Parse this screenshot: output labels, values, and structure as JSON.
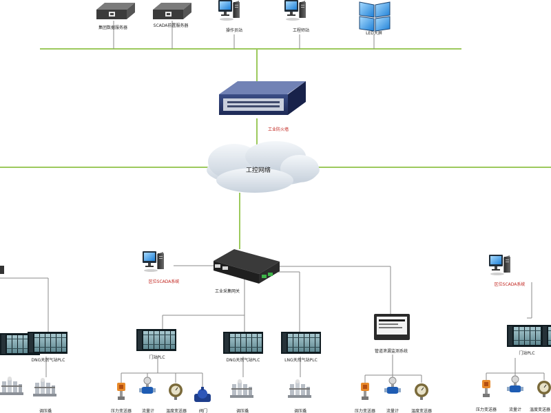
{
  "top_row": {
    "server_1": "集团数据服务器",
    "server_2": "SCADA前置服务器",
    "workstation_1": "操作员站",
    "workstation_2": "工程师站",
    "display_wall": "LED大屏"
  },
  "firewall": {
    "label": "工业防火墙"
  },
  "network": {
    "label": "工控网络"
  },
  "gateway": {
    "label": "工业采集网关"
  },
  "left_scada": {
    "label": "区位SCADA系统"
  },
  "right_scada": {
    "label": "区位SCADA系统"
  },
  "cabinets": {
    "left": "DNG天然气站PLC",
    "mid_1": "门站PLC",
    "mid_2": "DNG天然气站PLC",
    "mid_3": "LNG天然气站PLC",
    "monitor": "管道泄漏监测系统",
    "right": "门站PLC"
  },
  "field": {
    "left_skid": "调压撬",
    "mid_pressure": "压力变送器",
    "mid_flow": "流量计",
    "mid_gauge": "温度变送器",
    "mid_valve": "阀门",
    "mid_skid_1": "调压撬",
    "mid_skid_2": "调压撬",
    "mon_pressure": "压力变送器",
    "mon_flow": "流量计",
    "mon_gauge": "温度变送器",
    "right_pressure": "压力变送器",
    "right_flow": "流量计",
    "right_gauge": "温度变送器"
  },
  "colors": {
    "link_green": "#9cc95c",
    "wire_gray": "#8a8a8a",
    "label_red": "#c0201a"
  }
}
